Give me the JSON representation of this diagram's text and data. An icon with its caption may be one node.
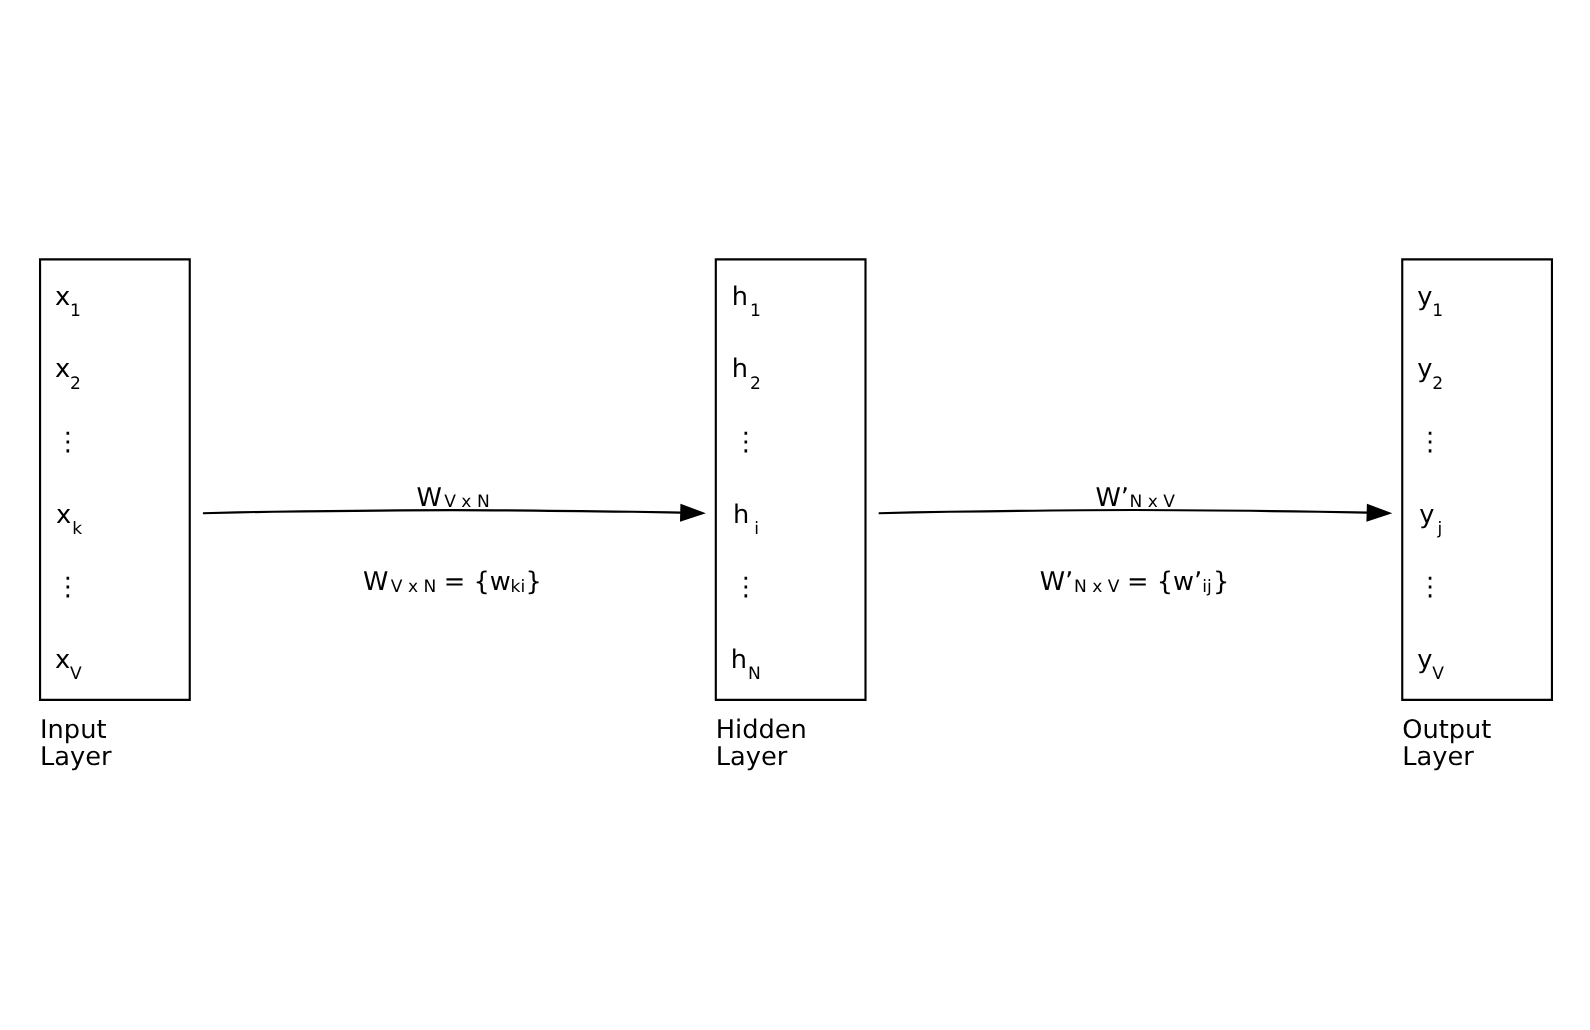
{
  "diagram": {
    "nodes": [
      {
        "text": [
          "x$_{1}$",
          "x$_{2}$",
          "⋮",
          "x$_{k}$",
          "⋮",
          "x$_{V}$"
        ],
        "beside": [
          "Input Layer"
        ]
      },
      {
        "text": [
          "h$_{1}$",
          "h$_{2}$",
          "⋮",
          "h$_{i}$",
          "⋮",
          "h$_{N}$"
        ],
        "beside": [
          "Hidden Layer"
        ]
      },
      {
        "text": [
          "y$_{1}$",
          "y$_{2}$",
          "⋮",
          "y$_{j}$",
          "⋮",
          "y$_{V}$"
        ],
        "beside": [
          "Output Layer"
        ]
      }
    ],
    "edges": [
      {
        "from": 0,
        "to": 1,
        "arrow": "to",
        "label": "W$_{V x N}$"
      },
      {
        "from": 1,
        "to": 2,
        "arrow": "to",
        "label": "W’$_{N x V}$"
      }
    ],
    "labels": [
      "W$_{V x N}$ = {w$_{ki}$}",
      "W’$_{N x V}$ = {w’$_{ij}$}"
    ]
  }
}
